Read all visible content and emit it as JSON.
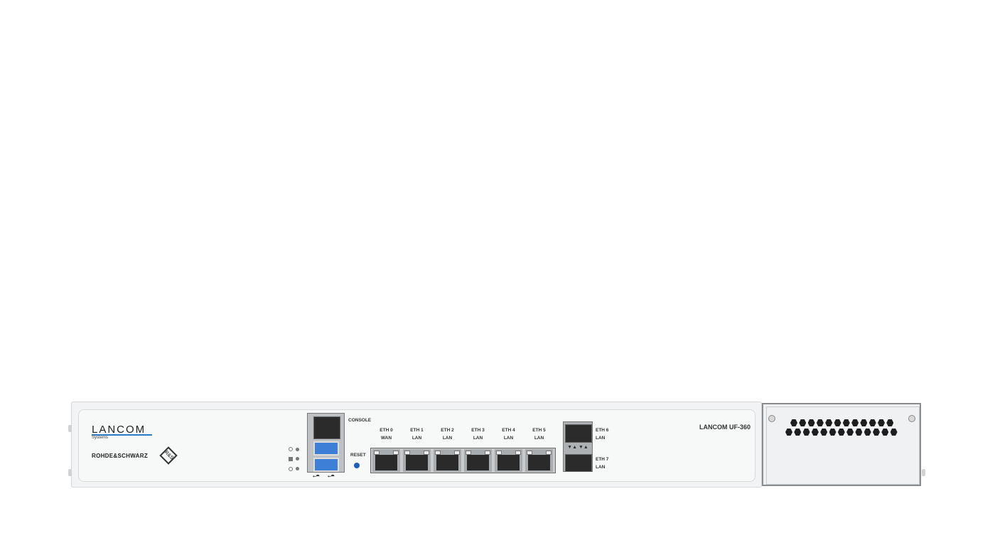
{
  "device": {
    "brand_logo": "LANCOM",
    "brand_sub": "Systems",
    "partner_logo": "ROHDE&SCHWARZ",
    "partner_emblem": "R&S",
    "model": "LANCOM UF-360",
    "console_label": "CONSOLE",
    "reset_label": "RESET",
    "usb_symbol": "⭠⯊",
    "ports": [
      {
        "name": "ETH 0",
        "role": "WAN"
      },
      {
        "name": "ETH 1",
        "role": "LAN"
      },
      {
        "name": "ETH 2",
        "role": "LAN"
      },
      {
        "name": "ETH 3",
        "role": "LAN"
      },
      {
        "name": "ETH 4",
        "role": "LAN"
      },
      {
        "name": "ETH 5",
        "role": "LAN"
      }
    ],
    "sfp_ports": [
      {
        "name": "ETH 6",
        "role": "LAN"
      },
      {
        "name": "ETH 7",
        "role": "LAN"
      }
    ],
    "sfp_arrows": "▼▲ ▼▲",
    "colors": {
      "accent": "#2a7cc7",
      "usb": "#3d7fd6",
      "reset": "#1f5fb8"
    }
  }
}
